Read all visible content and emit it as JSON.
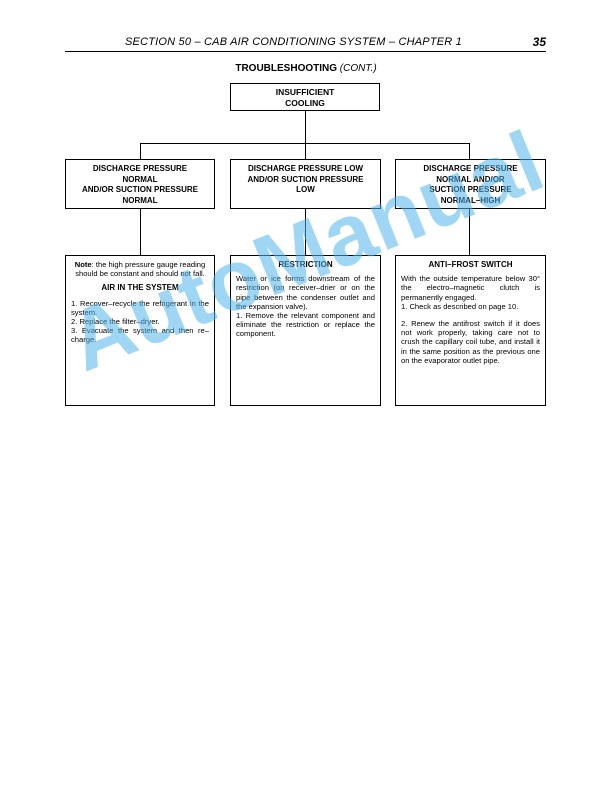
{
  "header": {
    "title": "SECTION 50 – CAB AIR CONDITIONING SYSTEM – CHAPTER 1",
    "page_number": "35"
  },
  "heading": {
    "main": "TROUBLESHOOTING",
    "suffix": "(CONT.)"
  },
  "top_box": {
    "line1": "INSUFFICIENT",
    "line2": "COOLING"
  },
  "branches": [
    {
      "label_lines": [
        "DISCHARGE PRESSURE",
        "NORMAL",
        "AND/OR SUCTION PRESSURE",
        "NORMAL"
      ]
    },
    {
      "label_lines": [
        "DISCHARGE PRESSURE LOW",
        "AND/OR SUCTION PRESSURE",
        "LOW"
      ]
    },
    {
      "label_lines": [
        "DISCHARGE PRESSURE",
        "NORMAL AND/OR",
        "SUCTION PRESSURE",
        "NORMAL–HIGH"
      ]
    }
  ],
  "details": {
    "left": {
      "note_label": "Note",
      "note_text": ": the high pressure gauge reading should be constant and should not fall.",
      "title": "AIR IN THE SYSTEM",
      "lines": [
        "1. Recover–recycle the refrigerant in the system.",
        "2. Replace the filter–dryer.",
        "3. Evacuate the system and then re–charge."
      ]
    },
    "middle": {
      "title": "RESTRICTION",
      "lines": [
        "Water or ice forms downstream of the restriction (on receiver–drier or on the pipe between the condenser outlet and the expansion valve).",
        "1. Remove the relevant component and eliminate the restriction or replace the component."
      ]
    },
    "right": {
      "title": "ANTI–FROST SWITCH",
      "lines": [
        "With the outside temperature below 30° the electro–magnetic clutch is permanently engaged.",
        "1. Check as described on page 10.",
        "2. Renew the antifrost switch if it does not work properly, taking care not to crush the capillary coil tube, and install it in the same position as the previous one on the evaporator outlet pipe."
      ]
    }
  },
  "watermark": "AutoManual"
}
